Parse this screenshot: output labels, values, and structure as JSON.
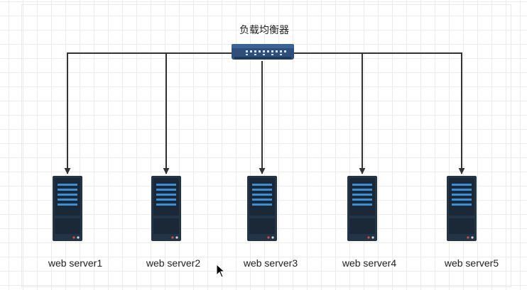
{
  "diagram": {
    "load_balancer": {
      "label": "负载均衡器",
      "icon": "network-switch-icon"
    },
    "servers": [
      {
        "label": "web server1",
        "icon": "server-rack-icon"
      },
      {
        "label": "web server2",
        "icon": "server-rack-icon"
      },
      {
        "label": "web server3",
        "icon": "server-rack-icon"
      },
      {
        "label": "web server4",
        "icon": "server-rack-icon"
      },
      {
        "label": "web server5",
        "icon": "server-rack-icon"
      }
    ],
    "colors": {
      "server_body": "#243447",
      "server_stripe": "#3b8fd6",
      "switch_body": "#2f4f7a",
      "connector": "#333333"
    }
  }
}
